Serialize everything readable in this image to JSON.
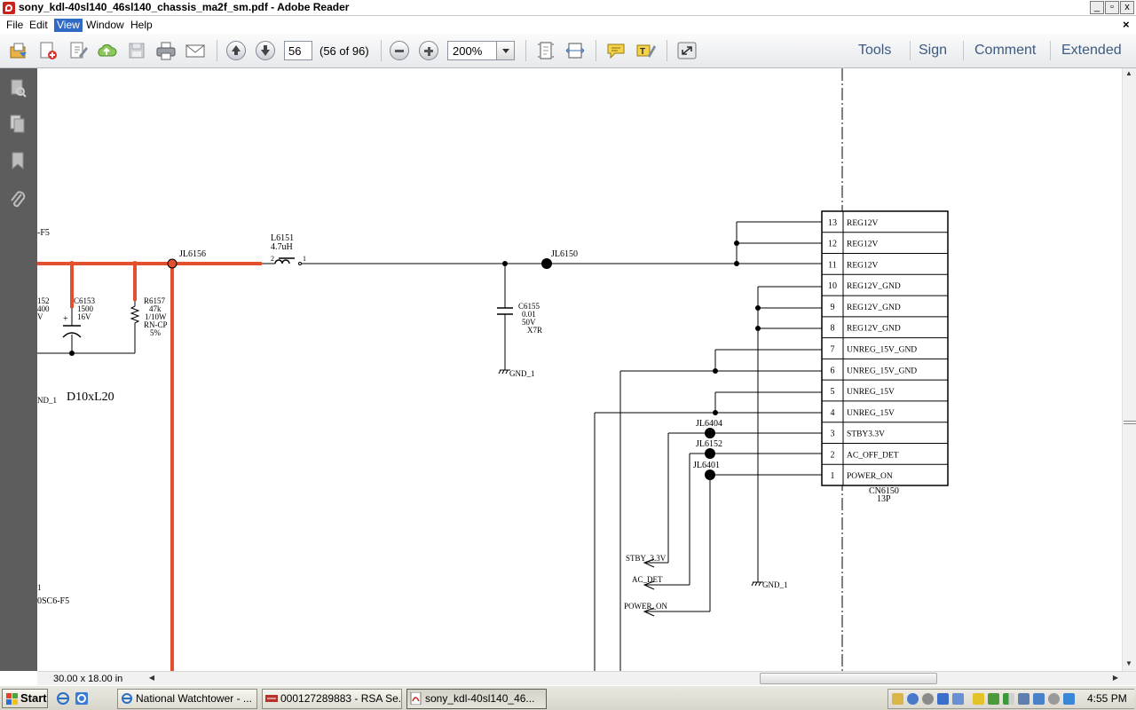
{
  "window": {
    "title": "sony_kdl-40sl140_46sl140_chassis_ma2f_sm.pdf - Adobe Reader",
    "minimize_glyph": "_",
    "maximize_glyph": "▫",
    "close_glyph": "x",
    "doc_close_glyph": "×"
  },
  "menu": {
    "items": [
      "File",
      "Edit",
      "View",
      "Window",
      "Help"
    ],
    "active": "View"
  },
  "toolbar": {
    "page_number": "56",
    "page_count": "(56 of 96)",
    "zoom": "200%",
    "links": [
      "Tools",
      "Sign",
      "Comment",
      "Extended"
    ]
  },
  "schematic": {
    "left_labels": {
      "f5_partial": "-F5",
      "c152_partial": "152",
      "c400_partial": "400",
      "v_partial": "V",
      "gnd_partial": "ND_1",
      "osc_partial_1": "1",
      "osc_partial_2": "0SC6-F5",
      "package": "D10xL20"
    },
    "components": {
      "jl6156": "JL6156",
      "l6151_ref": "L6151",
      "l6151_val": "4.7uH",
      "l6151_pin2": "2",
      "l6151_pin1": "1",
      "jl6150": "JL6150",
      "c6153_ref": "C6153",
      "c6153_val": "1500",
      "c6153_volt": "16V",
      "c6153_plus": "+",
      "r6157_ref": "R6157",
      "r6157_val": "47k",
      "r6157_pwr": "1/10W",
      "r6157_type": "RN-CP",
      "r6157_tol": "5%",
      "c6155_ref": "C6155",
      "c6155_val": "0.01",
      "c6155_volt": "50V",
      "c6155_type": "X7R",
      "gnd1_a": "GND_1",
      "gnd1_b": "GND_1",
      "jl6404": "JL6404",
      "jl6152": "JL6152",
      "jl6401": "JL6401",
      "sig_stby": "STBY_3.3V",
      "sig_acdet": "AC_DET",
      "sig_power": "POWER_ON"
    },
    "connector": {
      "ref": "CN6150",
      "type": "13P",
      "pins": [
        {
          "num": "13",
          "name": "REG12V"
        },
        {
          "num": "12",
          "name": "REG12V"
        },
        {
          "num": "11",
          "name": "REG12V"
        },
        {
          "num": "10",
          "name": "REG12V_GND"
        },
        {
          "num": "9",
          "name": "REG12V_GND"
        },
        {
          "num": "8",
          "name": "REG12V_GND"
        },
        {
          "num": "7",
          "name": "UNREG_15V_GND"
        },
        {
          "num": "6",
          "name": "UNREG_15V_GND"
        },
        {
          "num": "5",
          "name": "UNREG_15V"
        },
        {
          "num": "4",
          "name": "UNREG_15V"
        },
        {
          "num": "3",
          "name": "STBY3.3V"
        },
        {
          "num": "2",
          "name": "AC_OFF_DET"
        },
        {
          "num": "1",
          "name": "POWER_ON"
        }
      ]
    }
  },
  "statusbar": {
    "page_size": "30.00 x 18.00 in"
  },
  "taskbar": {
    "start_label": "Start",
    "tasks": [
      {
        "label": "National Watchtower - ...",
        "active": false
      },
      {
        "label": "000127289883 - RSA Se...",
        "active": false
      },
      {
        "label": "sony_kdl-40sl140_46...",
        "active": true
      }
    ],
    "clock": "4:55 PM"
  },
  "colors": {
    "power_trace": "#e2502f",
    "accent_link": "#3c5a80",
    "nav_pane": "#5d5d5d"
  }
}
